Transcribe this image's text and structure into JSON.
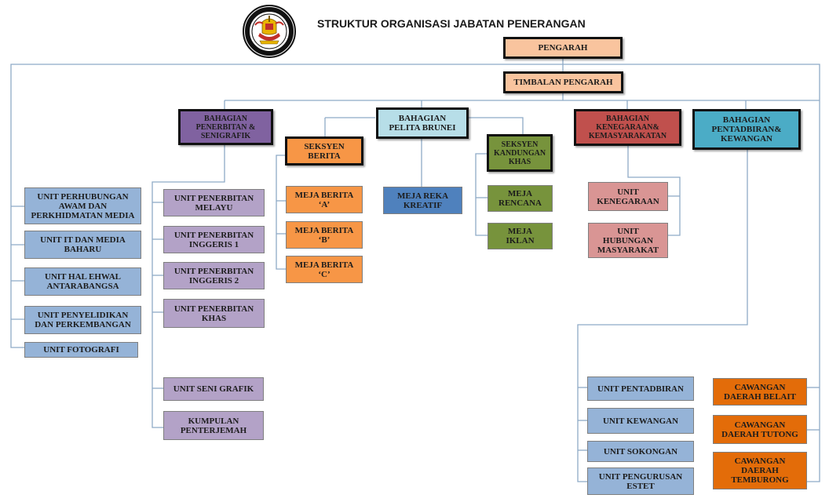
{
  "title": "STRUKTUR ORGANISASI JABATAN PENERANGAN",
  "colors": {
    "peach": "#f9c49e",
    "purple": "#8062a0",
    "light_purple": "#b3a2c7",
    "light_blue": "#b7dee8",
    "teal": "#4bacc6",
    "red": "#c0504d",
    "pink": "#d99594",
    "orange": "#f79646",
    "dark_orange": "#e36c09",
    "olive": "#77933c",
    "blue": "#4f81bd",
    "sky_blue": "#95b3d7",
    "line": "#8eaac7"
  },
  "logo": {
    "icon": "brunei-crest-icon"
  },
  "boxes": {
    "pengarah": "PENGARAH",
    "timbalan": "TIMBALAN  PENGARAH",
    "bahagian_penerbitan": "BAHAGIAN\nPENERBITAN &\nSENIGRAFIK",
    "bahagian_pelita": "BAHAGIAN\nPELITA BRUNEI",
    "bahagian_kenegaraan": "BAHAGIAN\nKENEGARAAN&\nKEMASYARAKATAN",
    "bahagian_pentadbiran": "BAHAGIAN\nPENTADBIRAN&\nKEWANGAN",
    "seksyen_berita": "SEKSYEN\nBERITA",
    "seksyen_kandungan": "SEKSYEN\nKANDUNGAN\nKHAS",
    "unit_perhubungan": "UNIT PERHUBUNGAN\nAWAM DAN\nPERKHIDMATAN MEDIA",
    "unit_it": "UNIT IT DAN MEDIA\nBAHARU",
    "unit_hal_ehwal": "UNIT HAL EHWAL\nANTARABANGSA",
    "unit_penyelidikan": "UNIT PENYELIDIKAN\nDAN PERKEMBANGAN",
    "unit_fotografi": "UNIT FOTOGRAFI",
    "unit_penerbitan_melayu": "UNIT PENERBITAN\nMELAYU",
    "unit_penerbitan_inggeris1": "UNIT PENERBITAN\nINGGERIS 1",
    "unit_penerbitan_inggeris2": "UNIT PENERBITAN\nINGGERIS 2",
    "unit_penerbitan_khas": "UNIT PENERBITAN\nKHAS",
    "unit_seni_grafik": "UNIT SENI GRAFIK",
    "kumpulan_penterjemah": "KUMPULAN\nPENTERJEMAH",
    "meja_berita_a": "MEJA BERITA\n‘A’",
    "meja_berita_b": "MEJA BERITA\n‘B’",
    "meja_berita_c": "MEJA BERITA\n‘C’",
    "meja_reka": "MEJA REKA\nKREATIF",
    "meja_rencana": "MEJA\nRENCANA",
    "meja_iklan": "MEJA\nIKLAN",
    "unit_kenegaraan": "UNIT\nKENEGARAAN",
    "unit_hubungan": "UNIT\nHUBUNGAN\nMASYARAKAT",
    "unit_pentadbiran": "UNIT PENTADBIRAN",
    "unit_kewangan": "UNIT KEWANGAN",
    "unit_sokongan": "UNIT SOKONGAN",
    "unit_pengurusan": "UNIT PENGURUSAN\nESTET",
    "cawangan_belait": "CAWANGAN\nDAERAH BELAIT",
    "cawangan_tutong": "CAWANGAN\nDAERAH TUTONG",
    "cawangan_temburong": "CAWANGAN\nDAERAH\nTEMBURONG"
  }
}
